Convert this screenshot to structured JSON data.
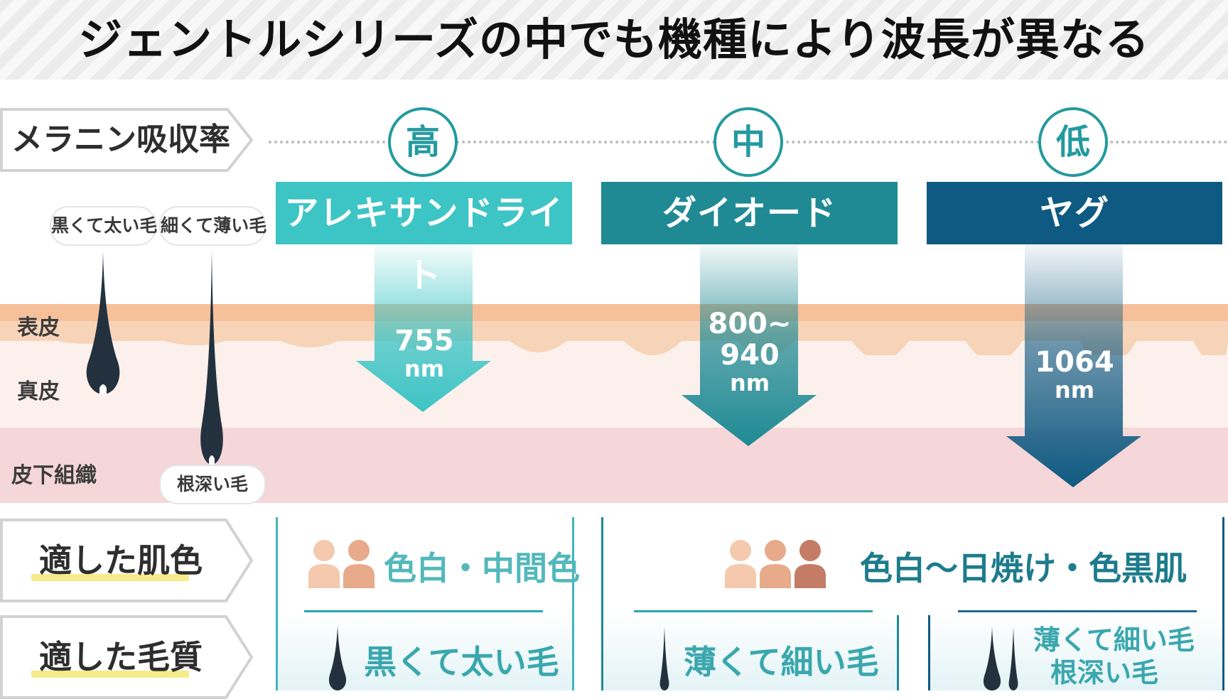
{
  "title": "ジェントルシリーズの中でも機種により波長が異なる",
  "rows": {
    "melanin_label": "メラニン吸収率",
    "skin_label": "適した肌色",
    "hair_label": "適した毛質"
  },
  "layers": {
    "epidermis": "表皮",
    "dermis": "真皮",
    "subcutaneous": "皮下組織"
  },
  "hair_types": {
    "thick_black": "黒くて太い毛",
    "thin_fine": "細くて薄い毛",
    "deep_root": "根深い毛"
  },
  "lasers": [
    {
      "name": "アレキサンドライト",
      "absorption": "高",
      "wavelength": [
        "755"
      ],
      "unit": "nm",
      "skin": "色白・中間色",
      "hair": "黒くて太い毛",
      "color": "#3dc4c5"
    },
    {
      "name": "ダイオード",
      "absorption": "中",
      "wavelength": [
        "800~",
        "940"
      ],
      "unit": "nm",
      "hair": "薄くて細い毛",
      "color": "#1f8a94"
    },
    {
      "name": "ヤグ",
      "absorption": "低",
      "wavelength": [
        "1064"
      ],
      "unit": "nm",
      "hair": [
        "薄くて細い毛",
        "根深い毛"
      ],
      "color": "#0f5a82"
    }
  ],
  "shared_skin": "色白〜日焼け・色黒肌",
  "colors": {
    "teal_light": "#3dc4c5",
    "teal_mid": "#1f8a94",
    "navy": "#0f5a82",
    "hair_text": "#3aa7ae",
    "skin_text_alex": "#52b8bb",
    "skin_text_shared": "#1d7b8c"
  }
}
